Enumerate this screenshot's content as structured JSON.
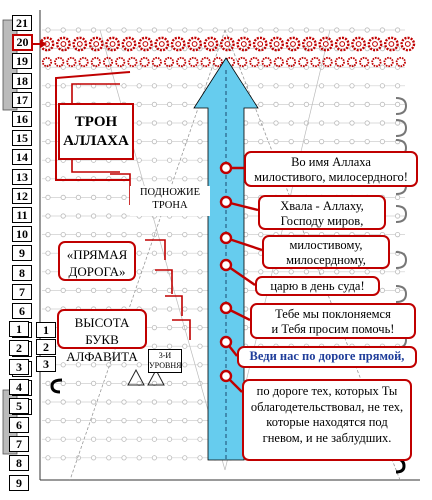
{
  "levels": {
    "top_column": [
      "21",
      "20",
      "19",
      "18",
      "17",
      "16",
      "15",
      "14",
      "13",
      "12",
      "11",
      "10",
      "9",
      "8",
      "7",
      "6",
      "5",
      "4",
      "3",
      "2",
      "1"
    ],
    "bottom_column": [
      "1",
      "2",
      "3",
      "4",
      "5",
      "6",
      "7",
      "8",
      "9"
    ],
    "mid_column": [
      "1",
      "2",
      "3"
    ]
  },
  "labels": {
    "throne": "ТРОН\nАЛЛАХА",
    "footstool": "ПОДНОЖИЕ\nТРОНА",
    "straight_path": "«ПРЯМАЯ\nДОРОГА»",
    "alphabet_height": "ВЫСОТА БУКВ\nАЛФАВИТА",
    "third_level": "3-И\nУРОВНЯ"
  },
  "verses": [
    "Во имя Аллаха\nмилостивого, милосердного!",
    "Хвала - Аллаху,\nГосподу миров,",
    "милостивому,\nмилосердному,",
    "царю в день суда!",
    "Тебе мы поклоняемся\nи Тебя просим помочь!",
    "Веди нас по дороге прямой,",
    "по дороге тех, которых Ты\nоблагодетельствовал, не тех,\nкоторые находятся под\nгневом, и не заблудших."
  ],
  "colors": {
    "red": "#c00000",
    "cyan": "#66ccee",
    "blue_text": "#1f3d9a",
    "dot_gray": "#bbbbbb"
  }
}
